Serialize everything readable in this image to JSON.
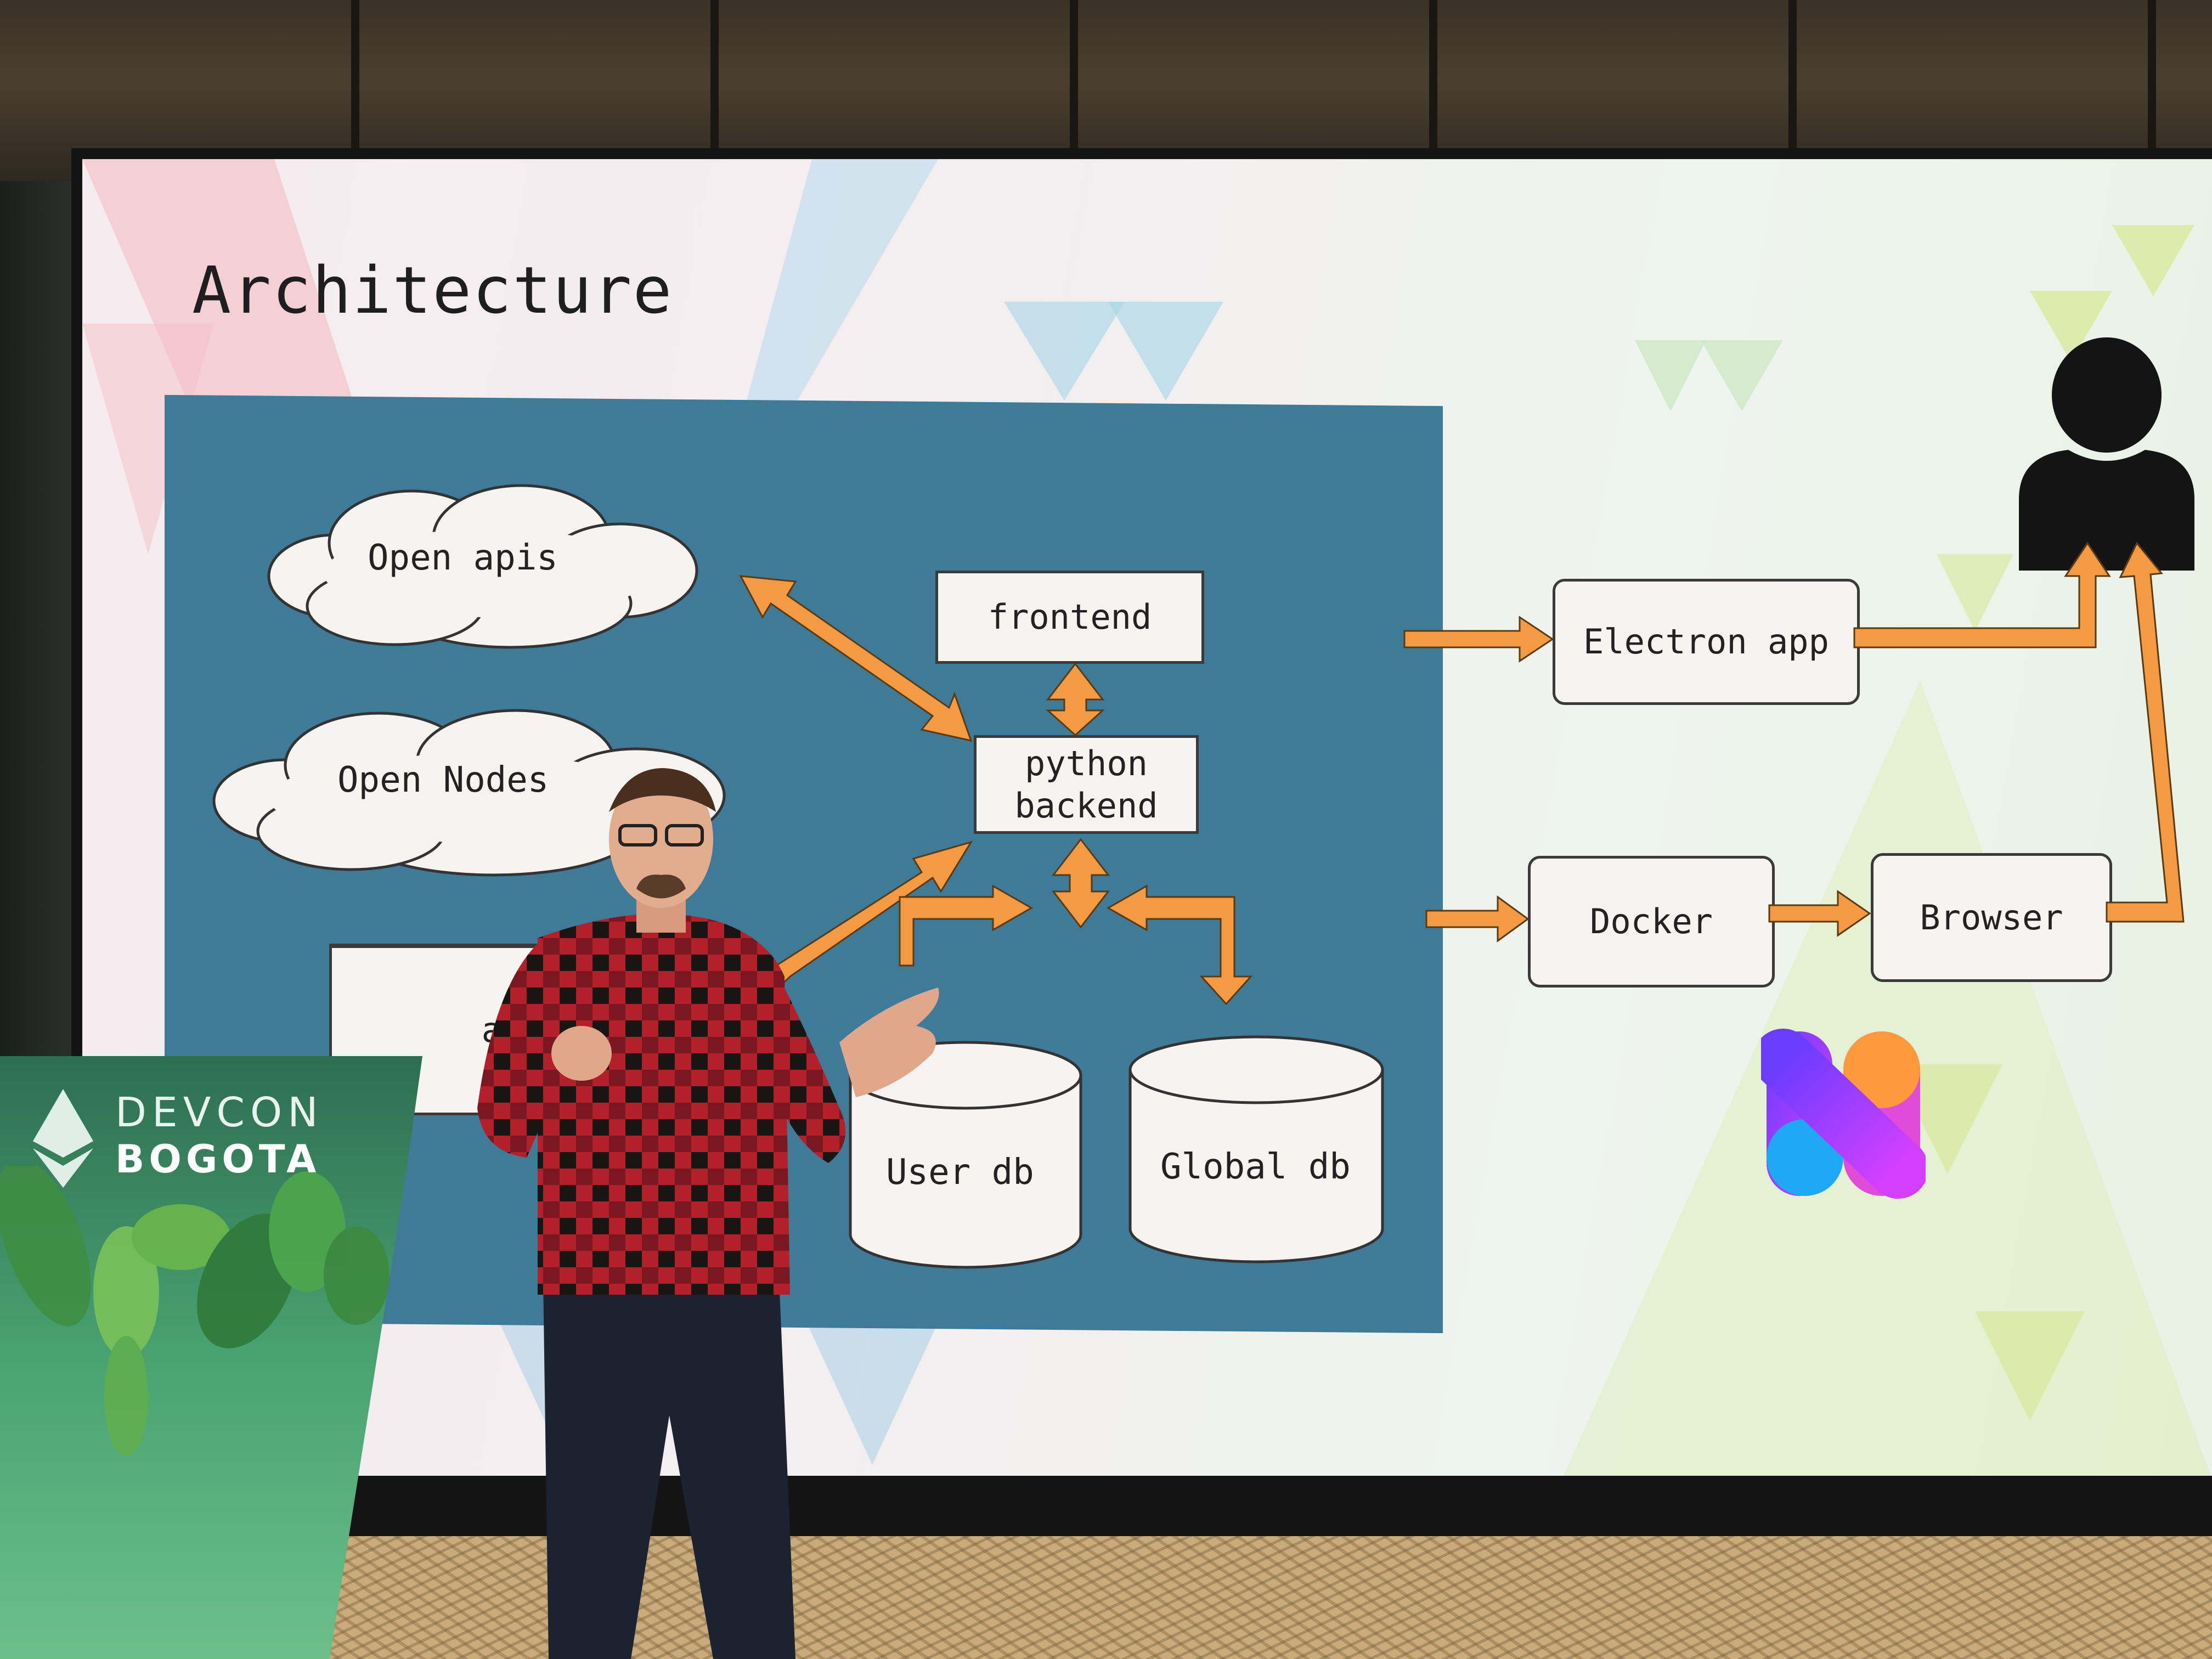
{
  "slide": {
    "title": "Architecture",
    "nodes": {
      "open_apis": "Open apis",
      "open_nodes": "Open Nodes",
      "frontend": "frontend",
      "python_backend_line1": "python",
      "python_backend_line2": "backend",
      "local_partial": "al",
      "user_db": "User db",
      "global_db": "Global db",
      "electron_app": "Electron app",
      "docker": "Docker",
      "browser": "Browser"
    },
    "icons": [
      "user-icon",
      "app-logo-icon"
    ],
    "colors": {
      "panel": "#3f7b98",
      "arrow": "#f39a43",
      "box": "#f5f4f1"
    }
  },
  "podium": {
    "brand_line1": "DEVCON",
    "brand_line2": "BOGOTA"
  }
}
